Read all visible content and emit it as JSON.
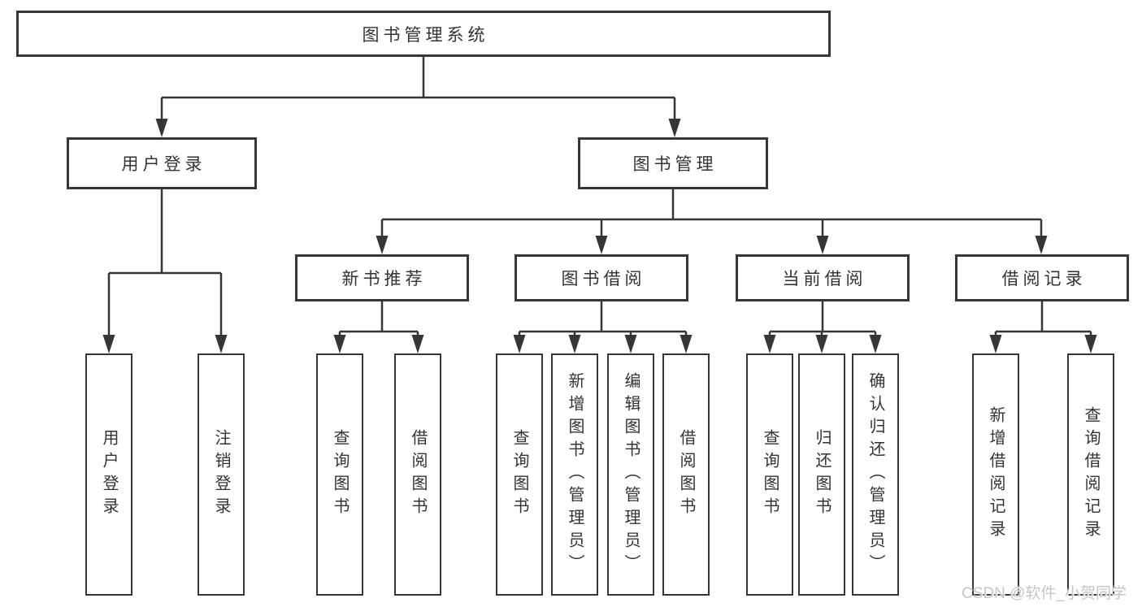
{
  "diagram": {
    "root": {
      "label": "图书管理系统"
    },
    "branches": [
      {
        "label": "用户登录",
        "children": [
          {
            "label": "用户登录"
          },
          {
            "label": "注销登录"
          }
        ]
      },
      {
        "label": "图书管理",
        "sections": [
          {
            "label": "新书推荐",
            "children": [
              {
                "label": "查询图书"
              },
              {
                "label": "借阅图书"
              }
            ]
          },
          {
            "label": "图书借阅",
            "children": [
              {
                "label": "查询图书"
              },
              {
                "label": "新增图书（管理员）"
              },
              {
                "label": "编辑图书（管理员）"
              },
              {
                "label": "借阅图书"
              }
            ]
          },
          {
            "label": "当前借阅",
            "children": [
              {
                "label": "查询图书"
              },
              {
                "label": "归还图书"
              },
              {
                "label": "确认归还（管理员）"
              }
            ]
          },
          {
            "label": "借阅记录",
            "children": [
              {
                "label": "新增借阅记录"
              },
              {
                "label": "查询借阅记录"
              }
            ]
          }
        ]
      }
    ]
  },
  "watermark": {
    "text": "CSDN @软件_小贺同学"
  },
  "colors": {
    "line": "#363636",
    "text": "#333333",
    "background": "#ffffff",
    "watermark": "#c6c6c6"
  }
}
